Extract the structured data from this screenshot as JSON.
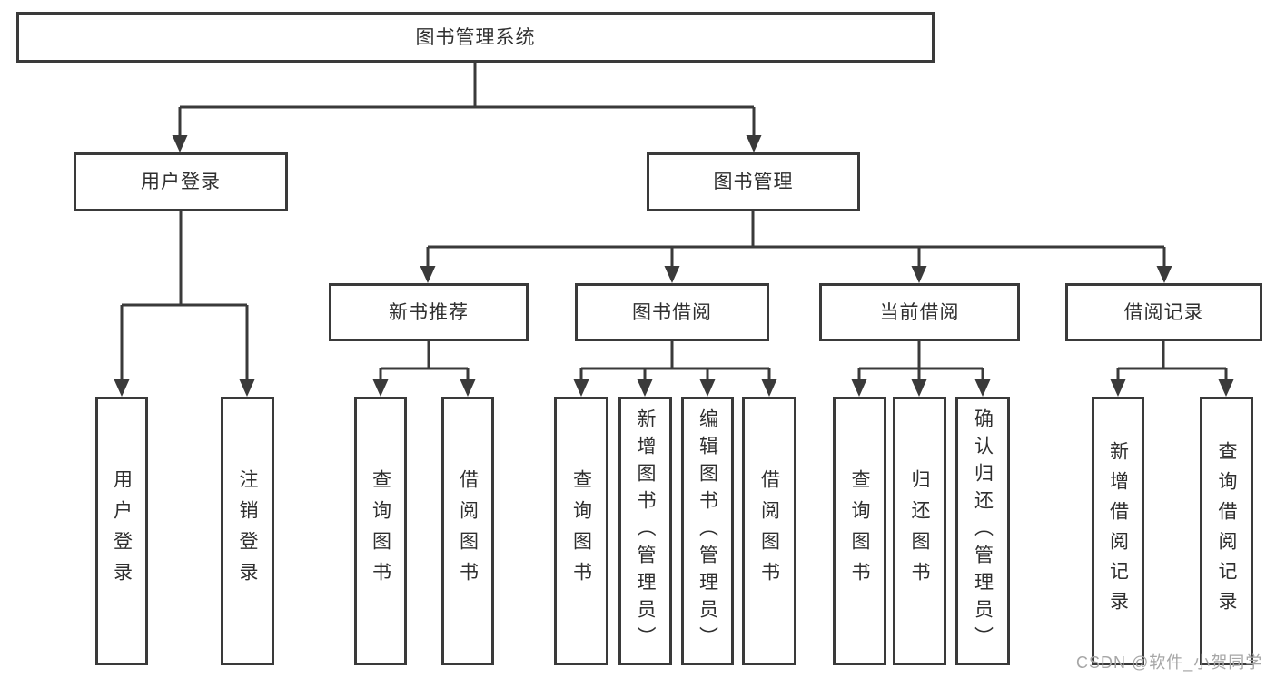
{
  "diagram": {
    "title": "图书管理系统",
    "type": "hierarchy-tree"
  },
  "nodes": {
    "root": {
      "label": "图书管理系统"
    },
    "user_login": {
      "label": "用户登录"
    },
    "book_mgmt": {
      "label": "图书管理"
    },
    "new_book_rec": {
      "label": "新书推荐"
    },
    "book_borrow": {
      "label": "图书借阅"
    },
    "current_borrow": {
      "label": "当前借阅"
    },
    "borrow_records": {
      "label": "借阅记录"
    },
    "leaf_user_login": {
      "label": "用户登录"
    },
    "leaf_logout": {
      "label": "注销登录"
    },
    "leaf_rec_query": {
      "label": "查询图书"
    },
    "leaf_rec_borrow": {
      "label": "借阅图书"
    },
    "leaf_bb_query": {
      "label": "查询图书"
    },
    "leaf_bb_add": {
      "label": "新增图书（管理员）"
    },
    "leaf_bb_edit": {
      "label": "编辑图书（管理员）"
    },
    "leaf_bb_borrow": {
      "label": "借阅图书"
    },
    "leaf_cb_query": {
      "label": "查询图书"
    },
    "leaf_cb_return": {
      "label": "归还图书"
    },
    "leaf_cb_confirm": {
      "label": "确认归还（管理员）"
    },
    "leaf_br_add": {
      "label": "新增借阅记录"
    },
    "leaf_br_query": {
      "label": "查询借阅记录"
    }
  },
  "tree": {
    "root": "图书管理系统",
    "children": [
      {
        "label": "用户登录",
        "children": [
          "用户登录",
          "注销登录"
        ]
      },
      {
        "label": "图书管理",
        "children": [
          {
            "label": "新书推荐",
            "children": [
              "查询图书",
              "借阅图书"
            ]
          },
          {
            "label": "图书借阅",
            "children": [
              "查询图书",
              "新增图书（管理员）",
              "编辑图书（管理员）",
              "借阅图书"
            ]
          },
          {
            "label": "当前借阅",
            "children": [
              "查询图书",
              "归还图书",
              "确认归还（管理员）"
            ]
          },
          {
            "label": "借阅记录",
            "children": [
              "新增借阅记录",
              "查询借阅记录"
            ]
          }
        ]
      }
    ]
  },
  "watermark": {
    "text": "CSDN @软件_小贺同学"
  },
  "colors": {
    "line": "#3a3a3a",
    "box_border": "#3a3a3a",
    "text": "#2f2f2f",
    "watermark": "#a6a6a6",
    "background": "#ffffff"
  }
}
